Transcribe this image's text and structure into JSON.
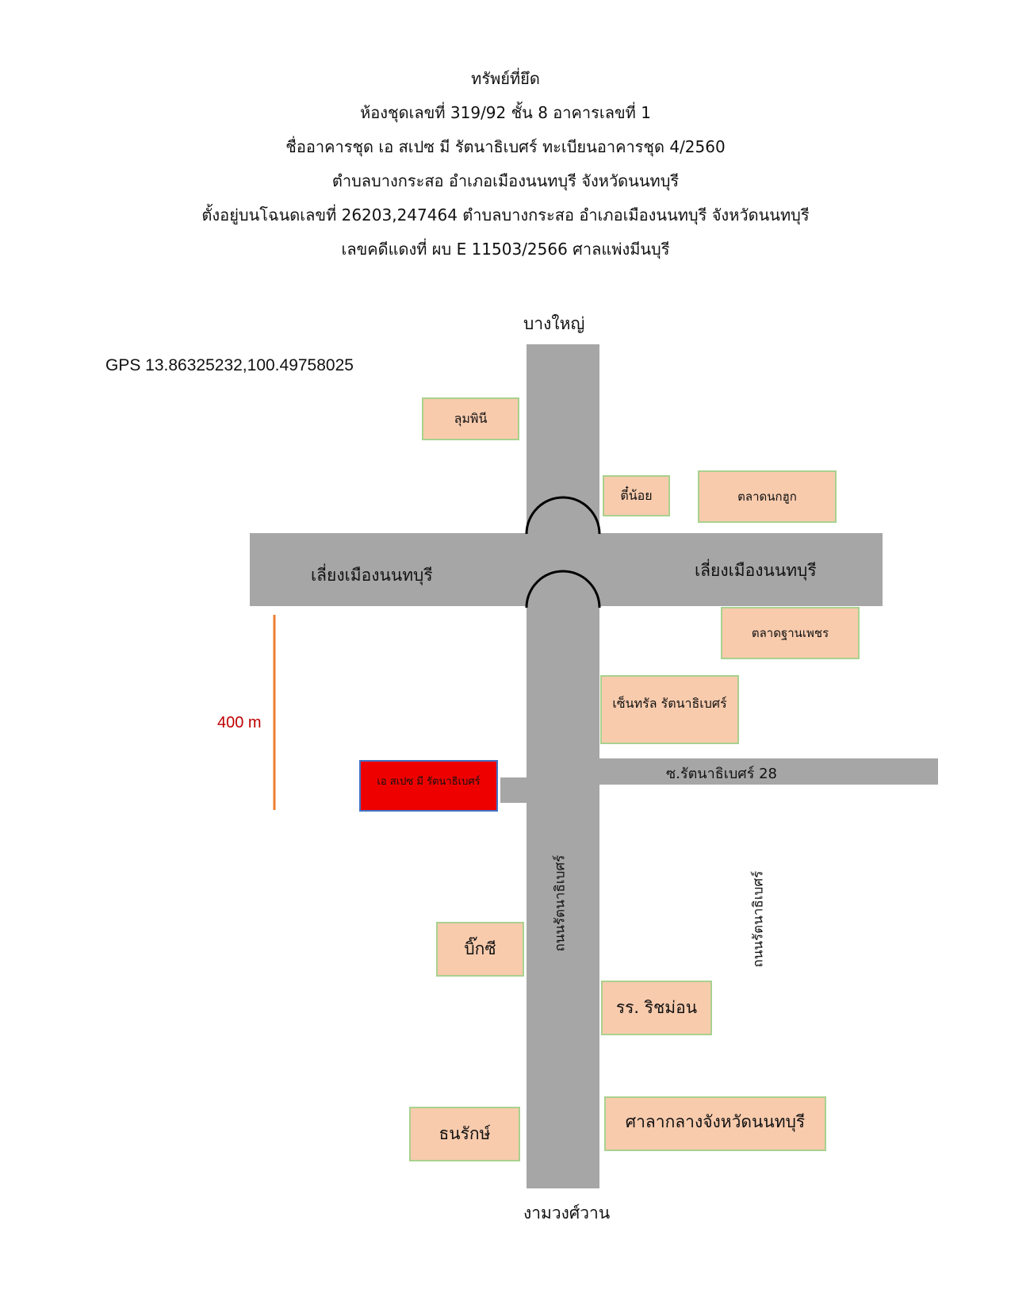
{
  "header": {
    "lines": [
      "ทรัพย์ที่ยึด",
      "ห้องชุดเลขที่ 319/92 ชั้น 8 อาคารเลขที่ 1",
      "ชื่ออาคารชุด เอ สเปซ มี รัตนาธิเบศร์ ทะเบียนอาคารชุด 4/2560",
      "ตำบลบางกระสอ อำเภอเมืองนนทบุรี จังหวัดนนทบุรี",
      "ตั้งอยู่บนโฉนดเลขที่ 26203,247464 ตำบลบางกระสอ อำเภอเมืองนนทบุรี จังหวัดนนทบุรี",
      "เลขคดีแดงที่ ผบ E 11503/2566  ศาลแพ่งมีนบุรี"
    ]
  },
  "map": {
    "gps": "GPS 13.86325232,100.49758025",
    "directions": {
      "north": "บางใหญ่",
      "south": "งามวงศ์วาน"
    },
    "roads": {
      "bypass_left": "เลี่ยงเมืองนนทบุรี",
      "bypass_right": "เลี่ยงเมืองนนทบุรี",
      "soi": "ซ.รัตนาธิเบศร์ 28",
      "main_vertical_1": "ถนนรัตนาธิเบศร์",
      "main_vertical_2": "ถนนรัตนาธิเบศร์"
    },
    "scale_label": "400 m",
    "colors": {
      "road": "#a6a6a6",
      "landmark_fill": "#f8cbad",
      "landmark_border": "#a9d18e",
      "property_fill": "#ee0000",
      "property_border": "#4472c4",
      "scale_line": "#ed7d31",
      "scale_text": "#c00000"
    },
    "landmarks": {
      "lumphini": "ลุมพินี",
      "tinoi": "ตี๋น้อย",
      "talad_nokhook": "ตลาดนกฮูก",
      "talad_thanphet": "ตลาดฐานเพชร",
      "central": "เซ็นทรัล รัตนาธิเบศร์",
      "bigc": "บิ๊กซี",
      "school": "รร. ริชม่อน",
      "thanarak": "ธนรักษ์",
      "city_hall": "ศาลากลางจังหวัดนนทบุรี"
    },
    "property": "เอ สเปซ มี รัตนาธิเบศร์"
  }
}
